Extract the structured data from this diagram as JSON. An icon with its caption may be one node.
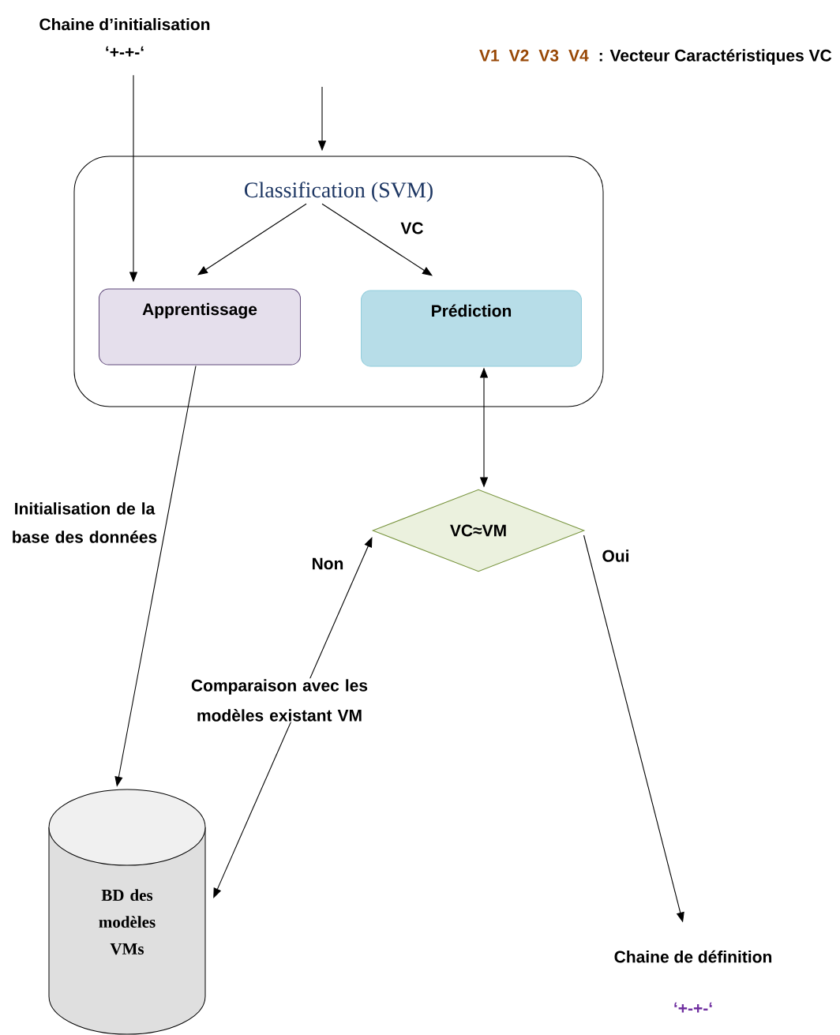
{
  "diagram": {
    "nodes": [
      {
        "text": [
          "Chaine d’initialisation",
          "‘+-+-‘"
        ]
      },
      {
        "text": [
          "V1",
          "V2",
          "V3",
          "V4",
          ": Vecteur Caractéristiques VC"
        ]
      },
      {
        "text": [
          "Classification (SVM)"
        ]
      },
      {
        "text": [
          "Apprentissage"
        ],
        "in": 2
      },
      {
        "text": [
          "Prédiction"
        ],
        "in": 2
      },
      {
        "text": [
          "VC≈VM"
        ]
      },
      {
        "text": [
          "BD des modèles VMs"
        ]
      },
      {
        "text": [
          "Chaine de définition",
          "‘+-+-‘"
        ]
      }
    ],
    "edges": [
      {
        "from": 0,
        "to": 3,
        "arrow": "to"
      },
      {
        "from": null,
        "to": 2,
        "arrow": "to"
      },
      {
        "from": 2,
        "to": 3,
        "arrow": "to"
      },
      {
        "from": 2,
        "to": 4,
        "arrow": "to"
      },
      {
        "from": 3,
        "to": 6,
        "arrow": "to",
        "label": "Initialisation de la base des données"
      },
      {
        "from": 4,
        "to": 5,
        "arrow": "both"
      },
      {
        "from": 5,
        "to": 6,
        "arrow": "both",
        "label": "Comparaison avec les modèles existant VM"
      },
      {
        "from": 5,
        "to": 7,
        "arrow": "to",
        "label": "Oui"
      }
    ],
    "labels": [
      "VC",
      "Non"
    ]
  }
}
